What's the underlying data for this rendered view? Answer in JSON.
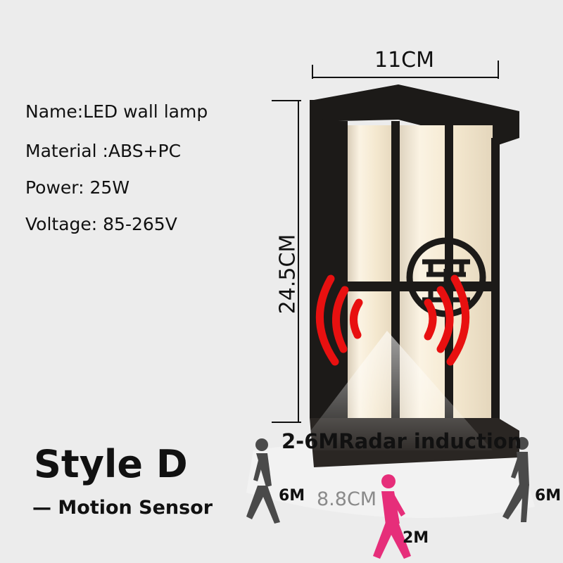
{
  "specs": {
    "name": "Name:LED wall lamp",
    "material": "Material :ABS+PC",
    "power": "Power: 25W",
    "voltage": "Voltage: 85-265V"
  },
  "dimensions": {
    "width": "11CM",
    "height": "24.5CM",
    "depth": "8.8CM"
  },
  "style": {
    "title": "Style D",
    "subtitle": "— Motion Sensor"
  },
  "sensor": {
    "label": "2-6MRadar induction",
    "range_left": "6M",
    "range_right": "6M",
    "range_front": "2M"
  },
  "colors": {
    "frame": "#1c1a18",
    "glass": "#f7ecd6",
    "radar_wave": "#e81010",
    "person_gray": "#4a4a4a",
    "person_pink": "#e62e7a"
  }
}
